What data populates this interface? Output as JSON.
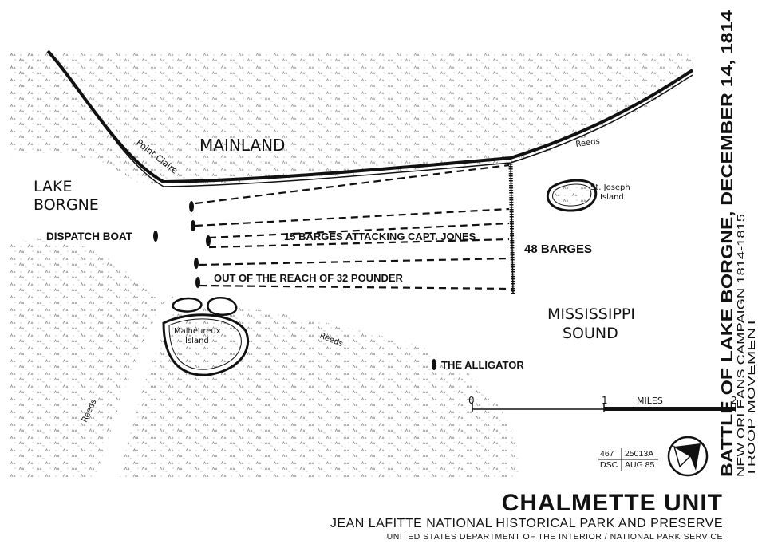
{
  "title": {
    "main": "BATTLE OF LAKE BORGNE, DECEMBER 14, 1814",
    "sub1": "NEW ORLEANS CAMPAIGN 1814-1815",
    "sub2": "TROOP MOVEMENT"
  },
  "labels": {
    "mainland": "MAINLAND",
    "point_claire": "Point Claire",
    "lake": "LAKE",
    "borgne": "BORGNE",
    "dispatch_boat": "DISPATCH BOAT",
    "st_joseph_1": "St. Joseph",
    "st_joseph_2": "Island",
    "barges_attacking": "15 BARGES ATTACKING CAPT. JONES",
    "barges_48": "48 BARGES",
    "out_of_reach": "OUT OF THE REACH OF 32 POUNDER",
    "mississippi": "MISSISSIPPI",
    "sound": "SOUND",
    "malheureux_1": "Malheureux",
    "malheureux_2": "Island",
    "alligator": "THE ALLIGATOR",
    "reeds_top": "Reeds",
    "reeds_mid": "Reeds",
    "reeds_left": "Reeds"
  },
  "scale": {
    "zero": "0",
    "one": "1",
    "two": "2",
    "unit": "MILES"
  },
  "drawing_id": {
    "num": "467",
    "code": "25013A",
    "office": "DSC",
    "date": "AUG 85"
  },
  "footer": {
    "unit": "CHALMETTE UNIT",
    "park": "JEAN LAFITTE NATIONAL HISTORICAL PARK AND PRESERVE",
    "dept": "UNITED STATES DEPARTMENT OF THE INTERIOR / NATIONAL PARK SERVICE"
  },
  "colors": {
    "ink": "#111111",
    "paper": "#ffffff",
    "marsh": "#8a8a8a"
  }
}
